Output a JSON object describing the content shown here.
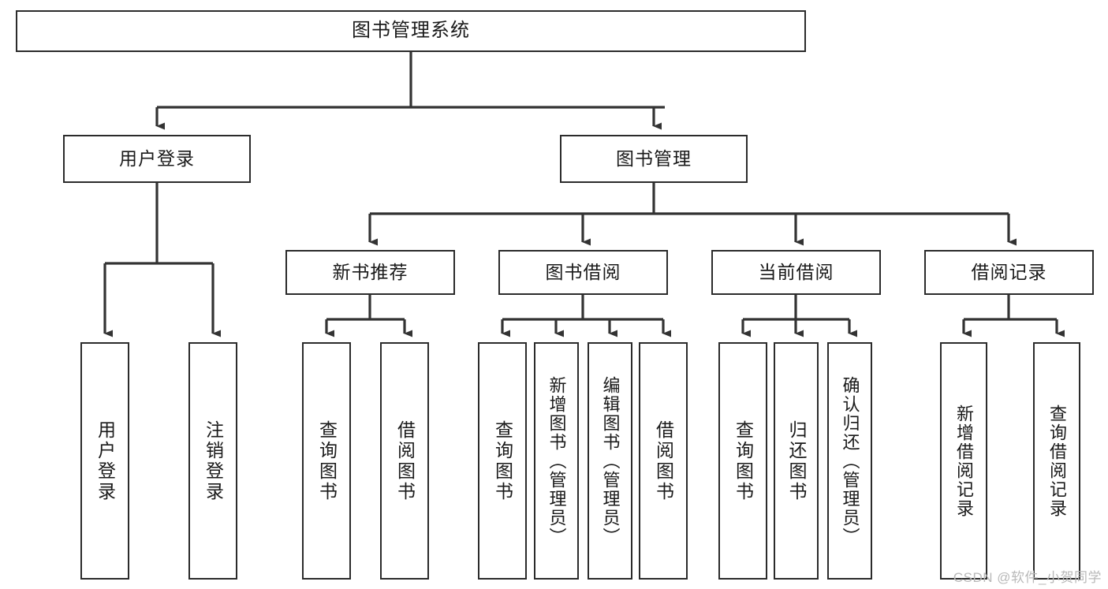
{
  "diagram": {
    "type": "tree",
    "title": "图书管理系统",
    "watermark": "CSDN @软件_小贺同学",
    "colors": {
      "box_border": "#2b2b2b",
      "box_fill": "#ffffff",
      "connector": "#333333",
      "text": "#1a1a1a",
      "watermark": "#b9b9b9"
    },
    "nodes": {
      "root": {
        "label": "图书管理系统"
      },
      "level2": [
        {
          "id": "user-login",
          "label": "用户登录"
        },
        {
          "id": "book-manage",
          "label": "图书管理"
        }
      ],
      "level3": [
        {
          "id": "new-book-rec",
          "label": "新书推荐"
        },
        {
          "id": "book-borrow",
          "label": "图书借阅"
        },
        {
          "id": "current-borrow",
          "label": "当前借阅"
        },
        {
          "id": "borrow-record",
          "label": "借阅记录"
        }
      ],
      "leaves": {
        "user_login": [
          {
            "id": "leaf-user-login",
            "label": "用户登录"
          },
          {
            "id": "leaf-user-logout",
            "label": "注销登录"
          }
        ],
        "new_book_rec": [
          {
            "id": "leaf-query-book-1",
            "label": "查询图书"
          },
          {
            "id": "leaf-borrow-book-1",
            "label": "借阅图书"
          }
        ],
        "book_borrow": [
          {
            "id": "leaf-query-book-2",
            "label": "查询图书"
          },
          {
            "id": "leaf-add-book",
            "label": "新增图书（管理员）"
          },
          {
            "id": "leaf-edit-book",
            "label": "编辑图书（管理员）"
          },
          {
            "id": "leaf-borrow-book-2",
            "label": "借阅图书"
          }
        ],
        "current_borrow": [
          {
            "id": "leaf-query-book-3",
            "label": "查询图书"
          },
          {
            "id": "leaf-return-book",
            "label": "归还图书"
          },
          {
            "id": "leaf-confirm-return",
            "label": "确认归还（管理员）"
          }
        ],
        "borrow_record": [
          {
            "id": "leaf-add-record",
            "label": "新增借阅记录"
          },
          {
            "id": "leaf-query-record",
            "label": "查询借阅记录"
          }
        ]
      }
    }
  }
}
